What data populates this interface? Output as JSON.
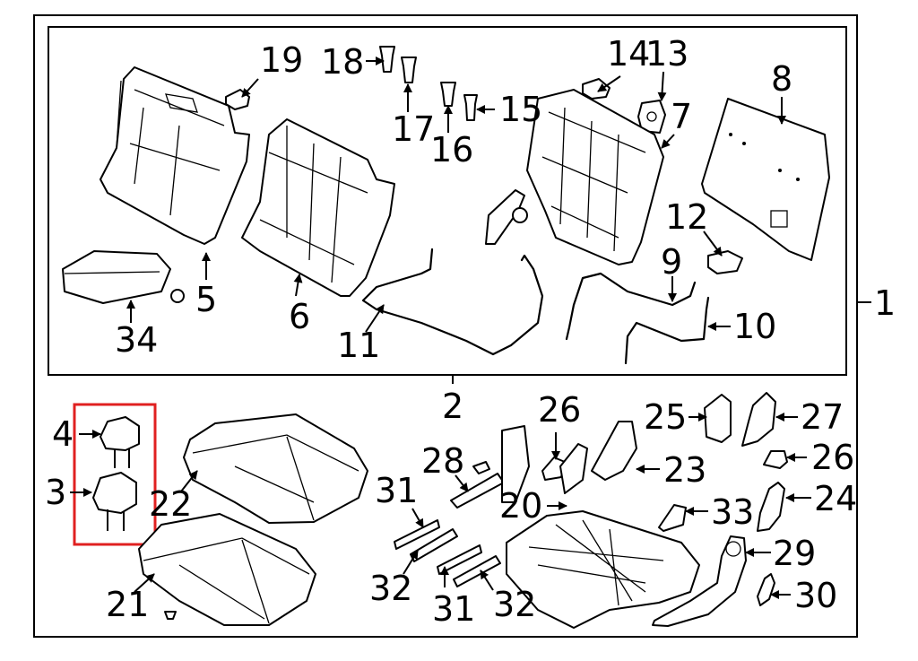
{
  "diagram": {
    "callouts": {
      "c1": "1",
      "c2": "2",
      "c3": "3",
      "c4": "4",
      "c5": "5",
      "c6": "6",
      "c7": "7",
      "c8": "8",
      "c9": "9",
      "c10": "10",
      "c11": "11",
      "c12": "12",
      "c13": "13",
      "c14": "14",
      "c15": "15",
      "c16": "16",
      "c17": "17",
      "c18": "18",
      "c19": "19",
      "c20": "20",
      "c21": "21",
      "c22": "22",
      "c23": "23",
      "c24": "24",
      "c25": "25",
      "c26a": "26",
      "c26b": "26",
      "c27": "27",
      "c28": "28",
      "c29": "29",
      "c30": "30",
      "c31a": "31",
      "c31b": "31",
      "c32a": "32",
      "c32b": "32",
      "c33": "33",
      "c34": "34"
    },
    "highlight_color": "#e02020"
  }
}
